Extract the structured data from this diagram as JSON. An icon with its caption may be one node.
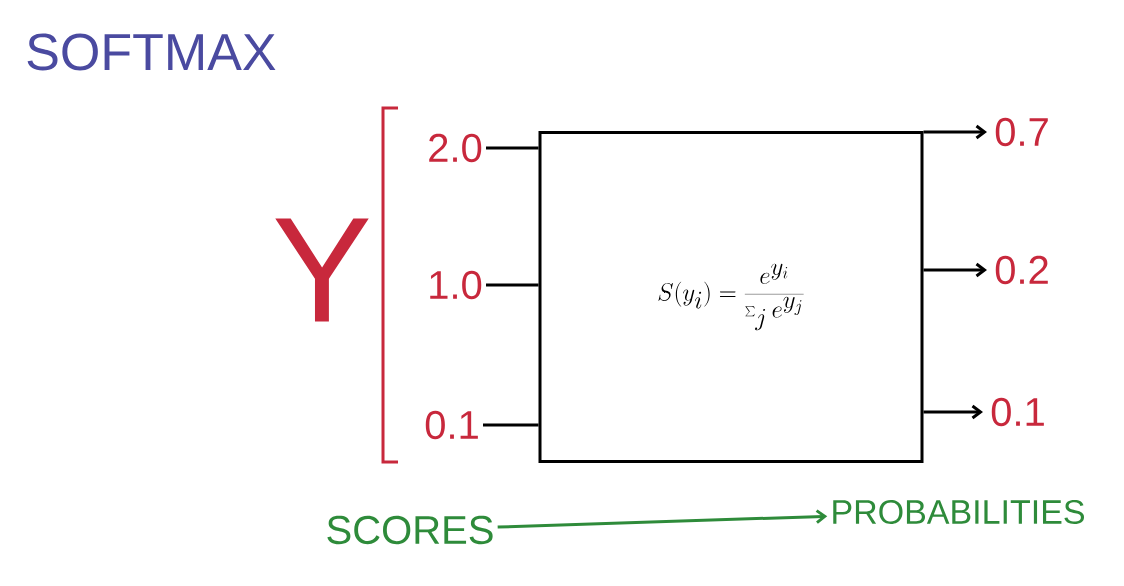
{
  "diagram": {
    "title": "SOFTMAX",
    "nodes": [
      {
        "text": [
          "2.0"
        ]
      },
      {
        "text": [
          "1.0"
        ]
      },
      {
        "text": [
          "0.1"
        ]
      },
      {
        "text": [
          "S(y_i) = \\frac{e^{y_i}}{\\sum_j e^{y_j}}"
        ]
      },
      {
        "text": [
          "0.7"
        ]
      },
      {
        "text": [
          "0.2"
        ]
      },
      {
        "text": [
          "0.1"
        ]
      },
      {
        "text": [
          "SCORES"
        ]
      },
      {
        "text": [
          "PROBABILITIES"
        ]
      }
    ],
    "edges": [
      {
        "from": 0,
        "to": 3,
        "arrow": "none"
      },
      {
        "from": 1,
        "to": 3,
        "arrow": "none"
      },
      {
        "from": 2,
        "to": 3,
        "arrow": "none"
      },
      {
        "from": 3,
        "to": 4,
        "arrow": "to"
      },
      {
        "from": 3,
        "to": 5,
        "arrow": "to"
      },
      {
        "from": 3,
        "to": 6,
        "arrow": "to"
      },
      {
        "from": 7,
        "to": 8,
        "arrow": "to",
        "color": "#2e8b3a"
      }
    ],
    "labels": [
      "Y"
    ]
  }
}
